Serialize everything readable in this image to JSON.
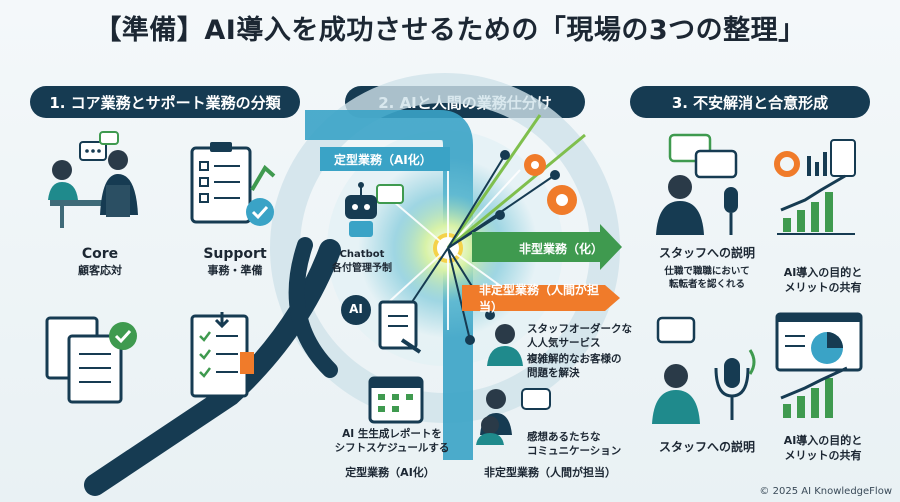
{
  "title": "【準備】AI導入を成功させるための「現場の3つの整理」",
  "section1": {
    "header": "1. コア業務とサポート業務の分類",
    "core_title": "Core",
    "core_sub": "顧客応対",
    "support_title": "Support",
    "support_sub": "事務・準備"
  },
  "section2": {
    "header": "2. AIと人間の業務仕分け",
    "ribbon_routine_top": "定型業務（AI化）",
    "ribbon_nonroutine_ai": "非型業務（化）",
    "ribbon_nonroutine_human": "非定型業務（人間が担当）",
    "chatbot_title": "Chatbot",
    "chatbot_sub": "各付管理予制",
    "ai_badge": "AI",
    "report_text_1": "AI 生生成レポートを",
    "report_text_2": "シフトスケジュールする",
    "routine_bottom": "定型業務（AI化）",
    "staff_text_1": "スタッフオーダークな",
    "staff_text_2": "人人気サービス",
    "complex_text_1": "複雑解的なお客様の",
    "complex_text_2": "問題を解決",
    "emotion_text_1": "感想あるたちな",
    "emotion_text_2": "コミュニケーション",
    "nonroutine_bottom": "非定型業務（人間が担当）"
  },
  "section3": {
    "header": "3. 不安解消と合意形成",
    "staff_explain_1": "スタッフへの説明",
    "staff_detail_1": "仕職で職職において",
    "staff_detail_2": "転転者を認くれる",
    "goal_1_line1": "AI導入の目的と",
    "goal_1_line2": "メリットの共有",
    "staff_explain_2": "スタッフへの説明",
    "goal_2_line1": "AI導入の目的と",
    "goal_2_line2": "メリットの共有"
  },
  "footer": "© 2025 AI KnowledgeFlow",
  "colors": {
    "navy": "#163b52",
    "teal": "#1f8a8c",
    "green": "#3f9a4f",
    "orange": "#f07b2a",
    "skyblue": "#3aa3c6"
  }
}
